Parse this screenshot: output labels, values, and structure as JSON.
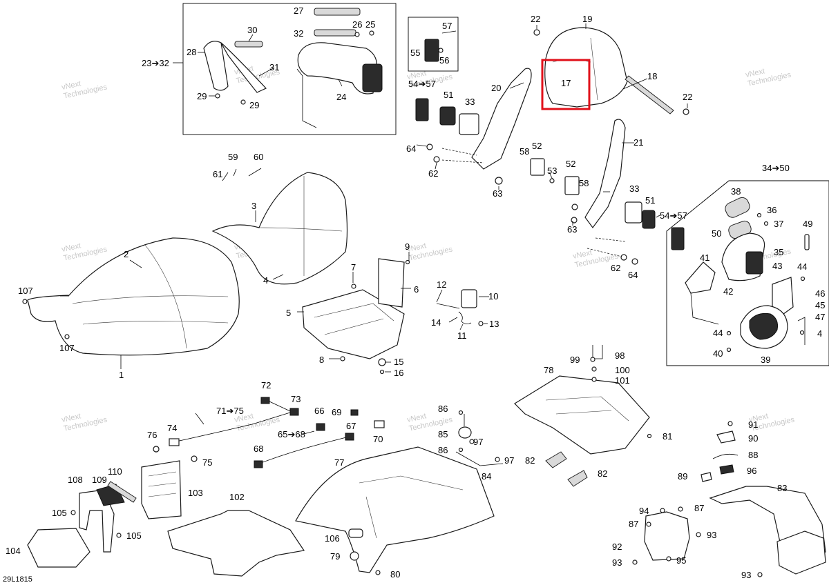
{
  "diagram": {
    "drawing_code": "29L1815",
    "watermark": [
      "vNext",
      "Technologies"
    ],
    "highlight_color": "#e0101a",
    "highlighted_callout": "17",
    "group_labels": [
      "23➔32",
      "54➔57",
      "54➔57",
      "34➔50",
      "71➔75",
      "65➔68"
    ],
    "callouts": [
      "1",
      "2",
      "3",
      "4",
      "4",
      "5",
      "6",
      "7",
      "8",
      "9",
      "10",
      "11",
      "12",
      "13",
      "14",
      "15",
      "16",
      "17",
      "18",
      "19",
      "20",
      "21",
      "22",
      "22",
      "24",
      "25",
      "26",
      "27",
      "28",
      "29",
      "29",
      "30",
      "31",
      "32",
      "33",
      "33",
      "35",
      "36",
      "37",
      "38",
      "39",
      "40",
      "41",
      "42",
      "43",
      "44",
      "44",
      "45",
      "46",
      "47",
      "49",
      "50",
      "51",
      "51",
      "52",
      "52",
      "53",
      "55",
      "56",
      "57",
      "58",
      "58",
      "59",
      "60",
      "61",
      "62",
      "62",
      "63",
      "63",
      "64",
      "64",
      "66",
      "67",
      "68",
      "69",
      "70",
      "72",
      "73",
      "74",
      "75",
      "76",
      "77",
      "78",
      "79",
      "80",
      "81",
      "82",
      "82",
      "83",
      "84",
      "85",
      "86",
      "86",
      "87",
      "87",
      "88",
      "89",
      "90",
      "91",
      "92",
      "93",
      "93",
      "93",
      "94",
      "95",
      "96",
      "97",
      "97",
      "98",
      "99",
      "100",
      "101",
      "102",
      "103",
      "104",
      "105",
      "105",
      "106",
      "107",
      "107",
      "108",
      "109",
      "110"
    ]
  }
}
